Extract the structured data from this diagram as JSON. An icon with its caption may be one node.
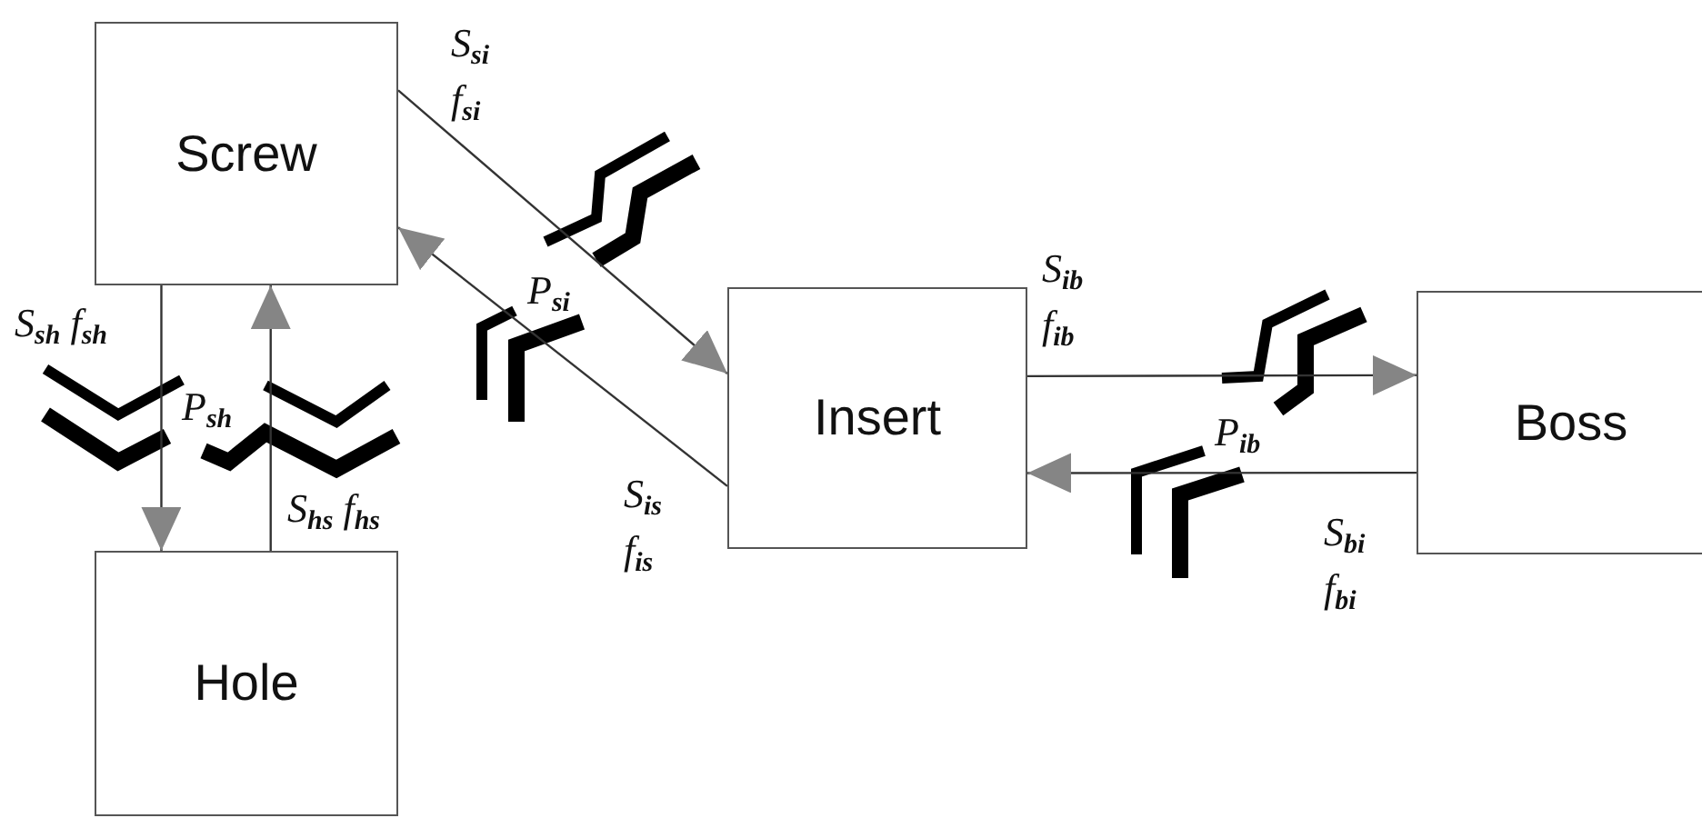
{
  "diagram": {
    "nodes": [
      {
        "text": [
          "Screw"
        ]
      },
      {
        "text": [
          "Hole"
        ]
      },
      {
        "text": [
          "Insert"
        ]
      },
      {
        "text": [
          "Boss"
        ]
      }
    ],
    "edges": [
      {
        "from": 0,
        "to": 1,
        "arrow": "to",
        "label": "S$_{sh}$ f$_{sh}$"
      },
      {
        "from": 1,
        "to": 0,
        "arrow": "to",
        "label": "S$_{hs}$ f$_{hs}$"
      },
      {
        "from": 0,
        "to": 2,
        "arrow": "to",
        "label": "S$_{si}$ f$_{si}$"
      },
      {
        "from": 2,
        "to": 0,
        "arrow": "to",
        "label": "S$_{is}$ f$_{is}$"
      },
      {
        "from": 2,
        "to": 3,
        "arrow": "to",
        "label": "S$_{ib}$ f$_{ib}$"
      },
      {
        "from": 3,
        "to": 2,
        "arrow": "to",
        "label": "S$_{bi}$ f$_{bi}$"
      }
    ],
    "labels": [
      "P$_{sh}$",
      "P$_{si}$",
      "P$_{ib}$"
    ]
  }
}
